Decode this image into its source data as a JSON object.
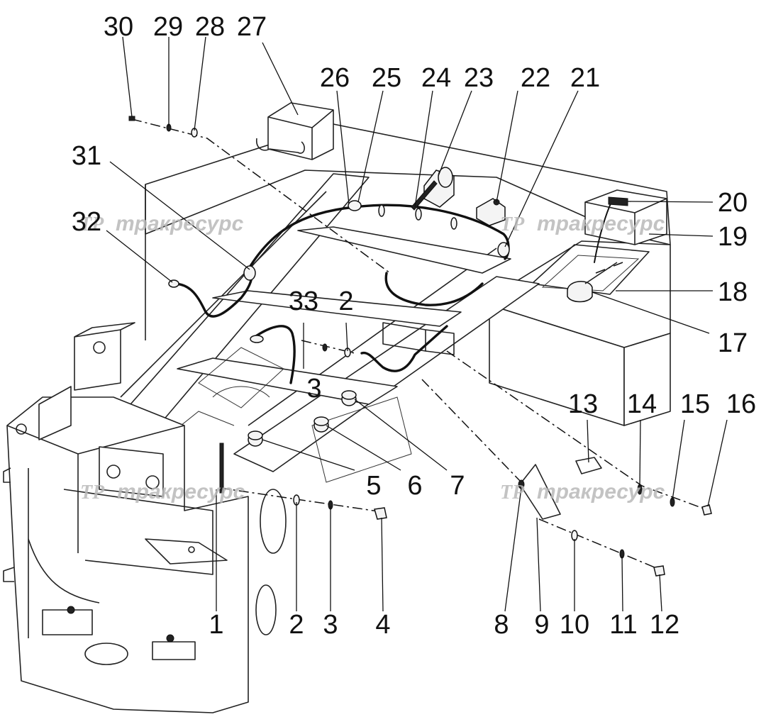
{
  "watermark": {
    "logo": "ТР",
    "text": "тракресурс"
  },
  "callouts": [
    {
      "id": "1",
      "label": "1"
    },
    {
      "id": "2",
      "label": "2"
    },
    {
      "id": "2b",
      "label": "2"
    },
    {
      "id": "3",
      "label": "3"
    },
    {
      "id": "3b",
      "label": "3"
    },
    {
      "id": "4",
      "label": "4"
    },
    {
      "id": "5",
      "label": "5"
    },
    {
      "id": "6",
      "label": "6"
    },
    {
      "id": "7",
      "label": "7"
    },
    {
      "id": "8",
      "label": "8"
    },
    {
      "id": "9",
      "label": "9"
    },
    {
      "id": "10",
      "label": "10"
    },
    {
      "id": "11",
      "label": "11"
    },
    {
      "id": "12",
      "label": "12"
    },
    {
      "id": "13",
      "label": "13"
    },
    {
      "id": "14",
      "label": "14"
    },
    {
      "id": "15",
      "label": "15"
    },
    {
      "id": "16",
      "label": "16"
    },
    {
      "id": "17",
      "label": "17"
    },
    {
      "id": "18",
      "label": "18"
    },
    {
      "id": "19",
      "label": "19"
    },
    {
      "id": "20",
      "label": "20"
    },
    {
      "id": "21",
      "label": "21"
    },
    {
      "id": "22",
      "label": "22"
    },
    {
      "id": "23",
      "label": "23"
    },
    {
      "id": "24",
      "label": "24"
    },
    {
      "id": "25",
      "label": "25"
    },
    {
      "id": "26",
      "label": "26"
    },
    {
      "id": "27",
      "label": "27"
    },
    {
      "id": "28",
      "label": "28"
    },
    {
      "id": "29",
      "label": "29"
    },
    {
      "id": "30",
      "label": "30"
    },
    {
      "id": "31",
      "label": "31"
    },
    {
      "id": "32",
      "label": "32"
    },
    {
      "id": "33",
      "label": "33"
    }
  ]
}
